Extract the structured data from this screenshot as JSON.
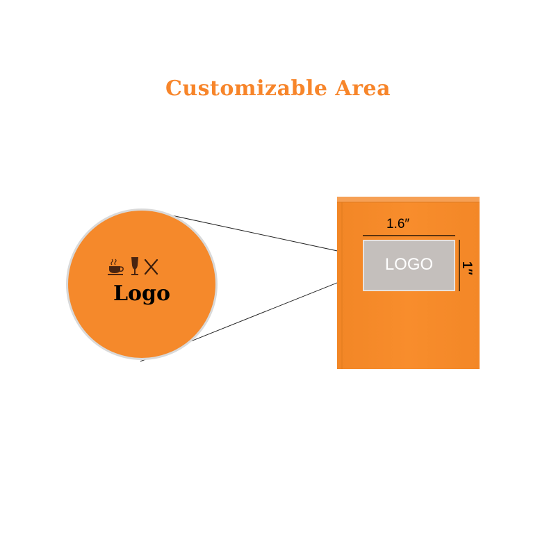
{
  "title": "Customizable Area",
  "zoom": {
    "icons": [
      "coffee-cup-icon",
      "wine-glass-icon",
      "crossed-utensils-icon"
    ],
    "logo_text": "Logo"
  },
  "product": {
    "logo_text": "LOGO",
    "width_label": "1.6″",
    "height_label": "1″"
  },
  "colors": {
    "accent": "#f7852a",
    "product": "#f5892b",
    "logo_area": "#c4bfbc"
  }
}
